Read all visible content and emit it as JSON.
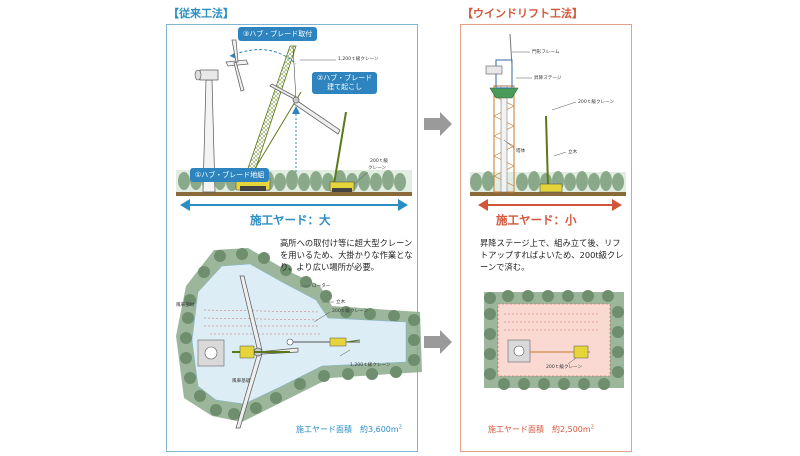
{
  "left": {
    "title": "【従来工法】",
    "callout_step3": "③ハブ・ブレード取付",
    "callout_step2_line1": "②ハブ・ブレード",
    "callout_step2_line2": "建て起こし",
    "callout_step1": "①ハブ・ブレード地組",
    "label_crane_1200": "1,200ｔ級クレーン",
    "label_crane_200_line1": "200ｔ級",
    "label_crane_200_line2": "クレーン",
    "yard_label": "施工ヤード：大",
    "description": "高所への取付け等に超大型クレーンを用いるため、大掛かりな作業となり、より広い場所が必要。",
    "plan": {
      "rotor": "ローター",
      "tower": "立木",
      "crane_200": "200ｔ級クレーン",
      "crane_1200": "1,200ｔ級クレーン",
      "windmill_parts": "風車部材",
      "windmill_base": "風車基礎"
    },
    "area_label": "施工ヤード面積　約3,600m",
    "area_sup": "2"
  },
  "right": {
    "title": "【ウインドリフト工法】",
    "label_frame": "門形フレーム",
    "label_stage": "昇降ステージ",
    "label_crane_200": "200ｔ級クレーン",
    "label_tower": "塔体",
    "label_mast": "立木",
    "yard_label": "施工ヤード：小",
    "description": "昇降ステージ上で、組み立て後、リフトアップすればよいため、200t級クレーンで済む。",
    "plan_crane": "200ｔ級クレーン",
    "area_label": "施工ヤード面積　約2,500m",
    "area_sup": "2"
  },
  "colors": {
    "blue": "#2a8ec3",
    "orange": "#d2573a",
    "callout": "#2d84bf",
    "tree": "#8aa98a",
    "ground": "#8a6a3a",
    "yard_blue": "#dcedf5",
    "yard_pink": "#f9d9d2",
    "arrow_gray": "#9a9a9a"
  }
}
